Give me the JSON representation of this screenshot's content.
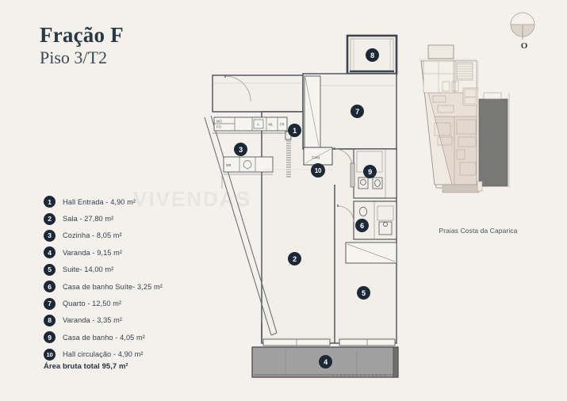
{
  "title": {
    "main": "Fração F",
    "sub": "Piso 3/T2"
  },
  "legend": {
    "items": [
      {
        "num": "1",
        "label": "Hall Entrada - 4,90 m²"
      },
      {
        "num": "2",
        "label": "Sala - 27,80 m²"
      },
      {
        "num": "3",
        "label": "Cozinha - 8,05 m²"
      },
      {
        "num": "4",
        "label": "Varanda - 9,15 m²"
      },
      {
        "num": "5",
        "label": "Suite- 14,00 m²"
      },
      {
        "num": "6",
        "label": "Casa de banho Suíte- 3,25 m²"
      },
      {
        "num": "7",
        "label": "Quarto - 12,50 m²"
      },
      {
        "num": "8",
        "label": "Varanda - 3,35 m²"
      },
      {
        "num": "9",
        "label": "Casa de banho - 4,05 m²"
      },
      {
        "num": "10",
        "label": "Hall circulação -  4,90 m²"
      }
    ],
    "total": "Área bruta total 95,7 m²"
  },
  "plan": {
    "markers": [
      {
        "num": "1",
        "room": "hall-entrada"
      },
      {
        "num": "2",
        "room": "sala"
      },
      {
        "num": "3",
        "room": "cozinha"
      },
      {
        "num": "4",
        "room": "varanda-sala"
      },
      {
        "num": "5",
        "room": "suite"
      },
      {
        "num": "6",
        "room": "casa-de-banho-suite"
      },
      {
        "num": "7",
        "room": "quarto"
      },
      {
        "num": "8",
        "room": "varanda-quarto"
      },
      {
        "num": "9",
        "room": "casa-de-banho"
      },
      {
        "num": "10",
        "room": "hall-circulacao"
      }
    ],
    "appliances": [
      {
        "code": "MO",
        "name": "microwave"
      },
      {
        "code": "FO",
        "name": "oven"
      },
      {
        "code": "A",
        "name": "extractor"
      },
      {
        "code": "ML",
        "name": "washing-machine"
      },
      {
        "code": "FR",
        "name": "fridge"
      },
      {
        "code": "MR",
        "name": "dryer"
      },
      {
        "code": "O",
        "name": "sink"
      }
    ],
    "closet_label": "Carg"
  },
  "site": {
    "caption": "Praias Costa da Caparica"
  },
  "compass": {
    "letter": "O"
  },
  "watermark": {
    "text": "VIVENDAS"
  },
  "colors": {
    "background": "#f4f1ec",
    "ink": "#22303f",
    "marker": "#1c2836",
    "line": "#8b8b86",
    "balcony_fill": "#a0a0a0",
    "site_unit_fill": "#e3d8cd",
    "site_block_fill": "#787876"
  }
}
